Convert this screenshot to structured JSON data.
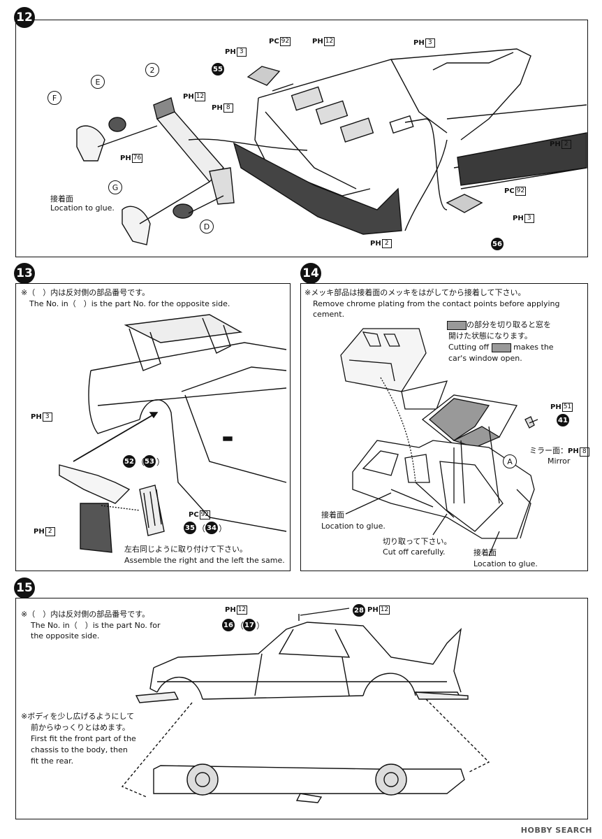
{
  "step12": {
    "number": "12",
    "glue_ja": "接着面",
    "glue_en": "Location to glue.",
    "parts": {
      "p2": "2",
      "p55": "55",
      "p56": "56"
    },
    "letters": {
      "E": "E",
      "F": "F",
      "G": "G",
      "D": "D"
    },
    "refs": [
      {
        "prefix": "PC",
        "num": "92"
      },
      {
        "prefix": "PH",
        "num": "12"
      },
      {
        "prefix": "PH",
        "num": "3"
      },
      {
        "prefix": "PH",
        "num": "3"
      },
      {
        "prefix": "PH",
        "num": "12"
      },
      {
        "prefix": "PH",
        "num": "8"
      },
      {
        "prefix": "PH",
        "num": "76"
      },
      {
        "prefix": "PH",
        "num": "2"
      },
      {
        "prefix": "PC",
        "num": "92"
      },
      {
        "prefix": "PH",
        "num": "3"
      },
      {
        "prefix": "PH",
        "num": "2"
      }
    ]
  },
  "step13": {
    "number": "13",
    "note_ja": "※（　）内は反対側の部品番号です。",
    "note_en": "The No. in（　）is the part No. for the opposite side.",
    "assemble_ja": "左右同じように取り付けて下さい。",
    "assemble_en": "Assemble the right and the left the same.",
    "parts": {
      "p52": "52",
      "p53": "53",
      "p35": "35",
      "p34": "34"
    },
    "refs": [
      {
        "prefix": "PH",
        "num": "3"
      },
      {
        "prefix": "PC",
        "num": "92"
      },
      {
        "prefix": "PH",
        "num": "2"
      }
    ]
  },
  "step14": {
    "number": "14",
    "note_ja": "※メッキ部品は接着面のメッキをはがしてから接着して下さい。",
    "note_en_1": "Remove chrome plating from the contact points before applying",
    "note_en_2": "cement.",
    "window_ja_1": "の部分を切り取ると窓を",
    "window_ja_2": "開けた状態になります。",
    "window_en_1a": "Cutting off",
    "window_en_1b": "makes the",
    "window_en_2": "car's window open.",
    "mirror_ja": "ミラー面：",
    "mirror_en": "Mirror",
    "glue1_ja": "接着面",
    "glue1_en": "Location to glue.",
    "cut_ja": "切り取って下さい。",
    "cut_en": "Cut off carefully.",
    "glue2_ja": "接着面",
    "glue2_en": "Location to glue.",
    "letter_A": "A",
    "parts": {
      "p41": "41"
    },
    "refs": [
      {
        "prefix": "PH",
        "num": "51"
      },
      {
        "prefix": "PH",
        "num": "8"
      }
    ],
    "gray_color": "#999999"
  },
  "step15": {
    "number": "15",
    "note_ja": "※（　）内は反対側の部品番号です。",
    "note_en_1": "The No. in（　）is the part No. for",
    "note_en_2": "the opposite side.",
    "fit_ja_1": "※ボディを少し広げるようにして",
    "fit_ja_2": "前からゆっくりとはめます。",
    "fit_en_1": "First fit the front part of the",
    "fit_en_2": "chassis to the body, then",
    "fit_en_3": "fit the rear.",
    "parts": {
      "p28": "28",
      "p16": "16",
      "p17": "17"
    },
    "refs": [
      {
        "prefix": "PH",
        "num": "12"
      },
      {
        "prefix": "PH",
        "num": "12"
      }
    ]
  },
  "watermark": "HOBBY SEARCH"
}
